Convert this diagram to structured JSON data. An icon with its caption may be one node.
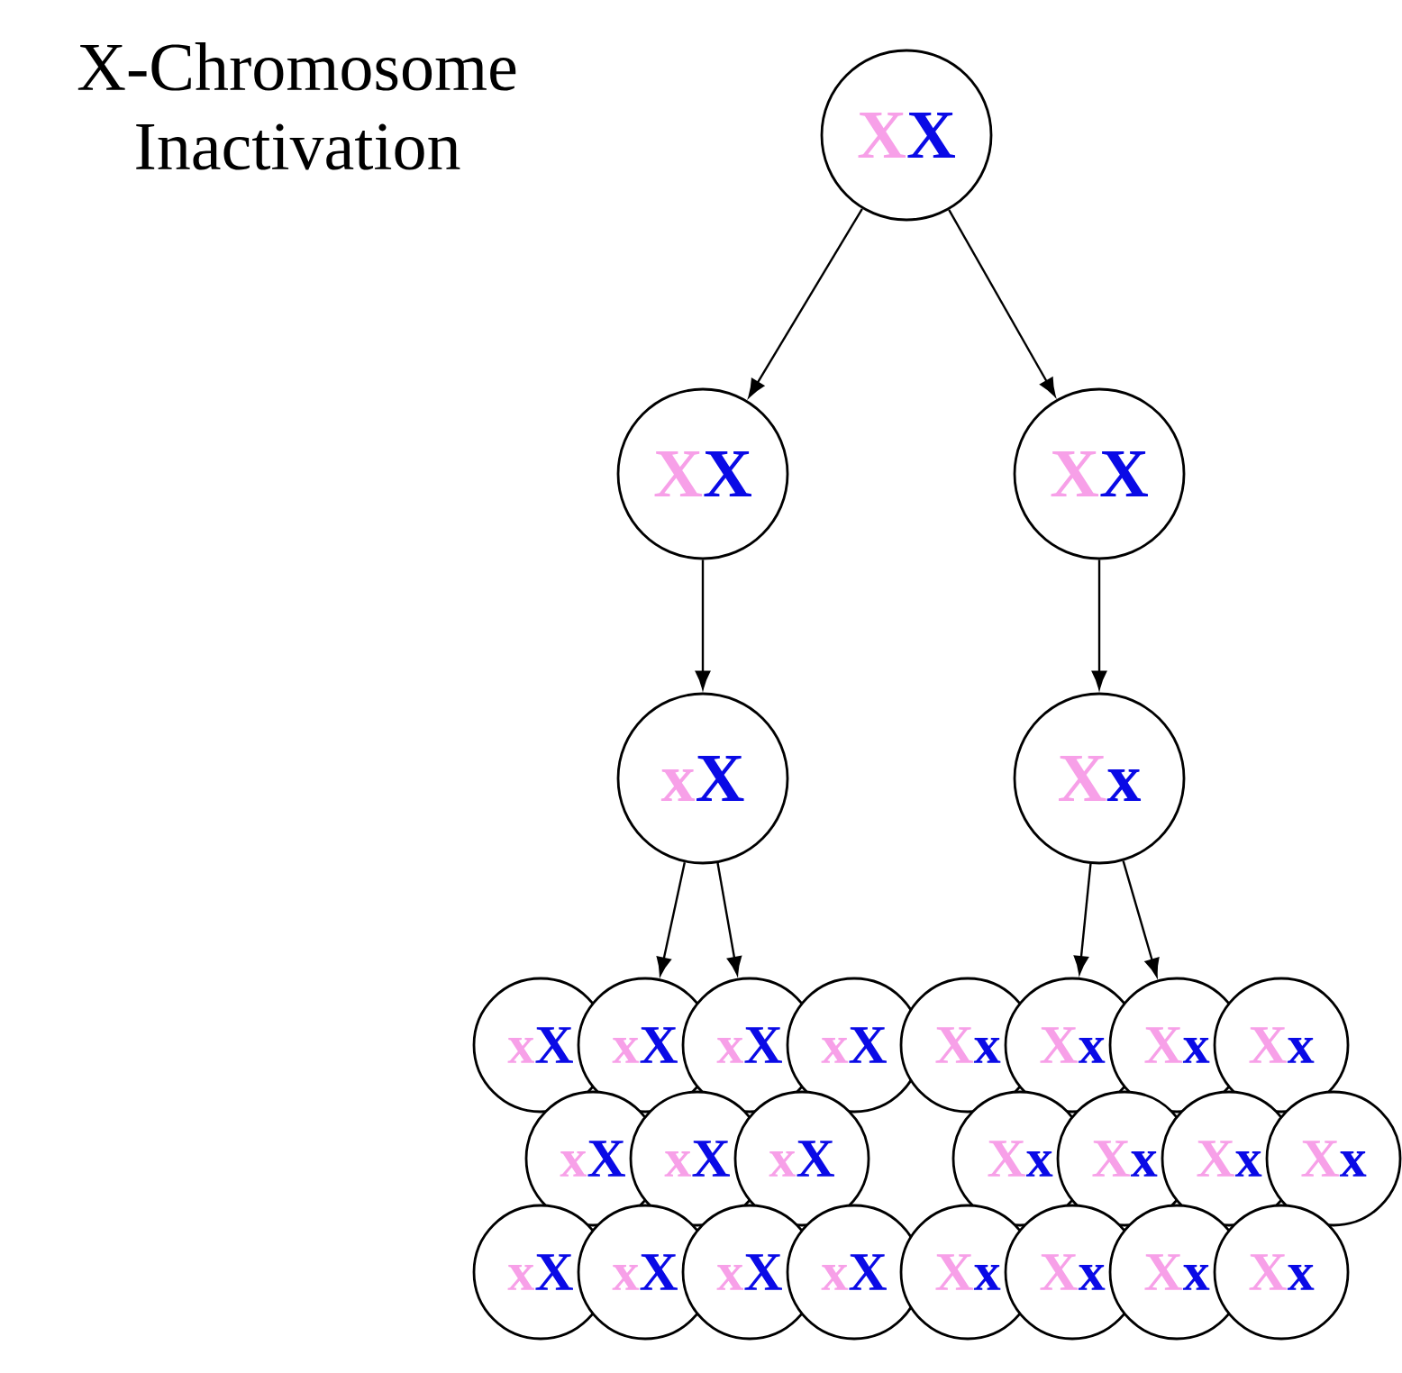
{
  "diagram": {
    "title": "X-Chromosome Inactivation",
    "nodes": [
      {
        "text": [
          "X",
          "X"
        ]
      },
      {
        "text": [
          "X",
          "X"
        ]
      },
      {
        "text": [
          "X",
          "X"
        ]
      },
      {
        "text": [
          "x",
          "X"
        ]
      },
      {
        "text": [
          "X",
          "x"
        ]
      },
      {
        "text": [
          "x",
          "X"
        ]
      },
      {
        "text": [
          "x",
          "X"
        ]
      },
      {
        "text": [
          "x",
          "X"
        ]
      },
      {
        "text": [
          "x",
          "X"
        ]
      },
      {
        "text": [
          "x",
          "X"
        ]
      },
      {
        "text": [
          "x",
          "X"
        ]
      },
      {
        "text": [
          "x",
          "X"
        ]
      },
      {
        "text": [
          "x",
          "X"
        ]
      },
      {
        "text": [
          "x",
          "X"
        ]
      },
      {
        "text": [
          "x",
          "X"
        ]
      },
      {
        "text": [
          "x",
          "X"
        ]
      },
      {
        "text": [
          "X",
          "x"
        ]
      },
      {
        "text": [
          "X",
          "x"
        ]
      },
      {
        "text": [
          "X",
          "x"
        ]
      },
      {
        "text": [
          "X",
          "x"
        ]
      },
      {
        "text": [
          "X",
          "x"
        ]
      },
      {
        "text": [
          "X",
          "x"
        ]
      },
      {
        "text": [
          "X",
          "x"
        ]
      },
      {
        "text": [
          "X",
          "x"
        ]
      },
      {
        "text": [
          "X",
          "x"
        ]
      },
      {
        "text": [
          "X",
          "x"
        ]
      },
      {
        "text": [
          "X",
          "x"
        ]
      },
      {
        "text": [
          "X",
          "x"
        ]
      }
    ],
    "edges": [
      {
        "from": 0,
        "to": 1,
        "arrow": "to"
      },
      {
        "from": 0,
        "to": 2,
        "arrow": "to"
      },
      {
        "from": 1,
        "to": 3,
        "arrow": "to"
      },
      {
        "from": 2,
        "to": 4,
        "arrow": "to"
      },
      {
        "from": 3,
        "to": 6,
        "arrow": "to"
      },
      {
        "from": 3,
        "to": 7,
        "arrow": "to"
      },
      {
        "from": 4,
        "to": 17,
        "arrow": "to"
      },
      {
        "from": 4,
        "to": 18,
        "arrow": "to"
      }
    ]
  }
}
